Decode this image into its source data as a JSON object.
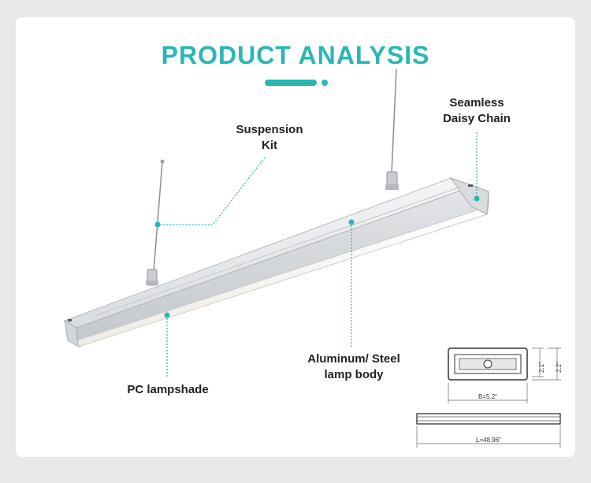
{
  "header": {
    "title": "PRODUCT ANALYSIS"
  },
  "callouts": {
    "suspension_kit": [
      "Suspension",
      "Kit"
    ],
    "daisy_chain": [
      "Seamless",
      "Daisy Chain"
    ],
    "aluminum_body": [
      "Aluminum/ Steel",
      "lamp body"
    ],
    "pc_lampshade": "PC lampshade"
  },
  "dimensions": {
    "height_inner": "2.1\"",
    "height_outer": "2.2\"",
    "width": "B=5.2\"",
    "length": "L=48.96\""
  },
  "colors": {
    "accent": "#2ab7b3",
    "text": "#222222",
    "background": "#e9e9e9",
    "card": "#ffffff"
  }
}
